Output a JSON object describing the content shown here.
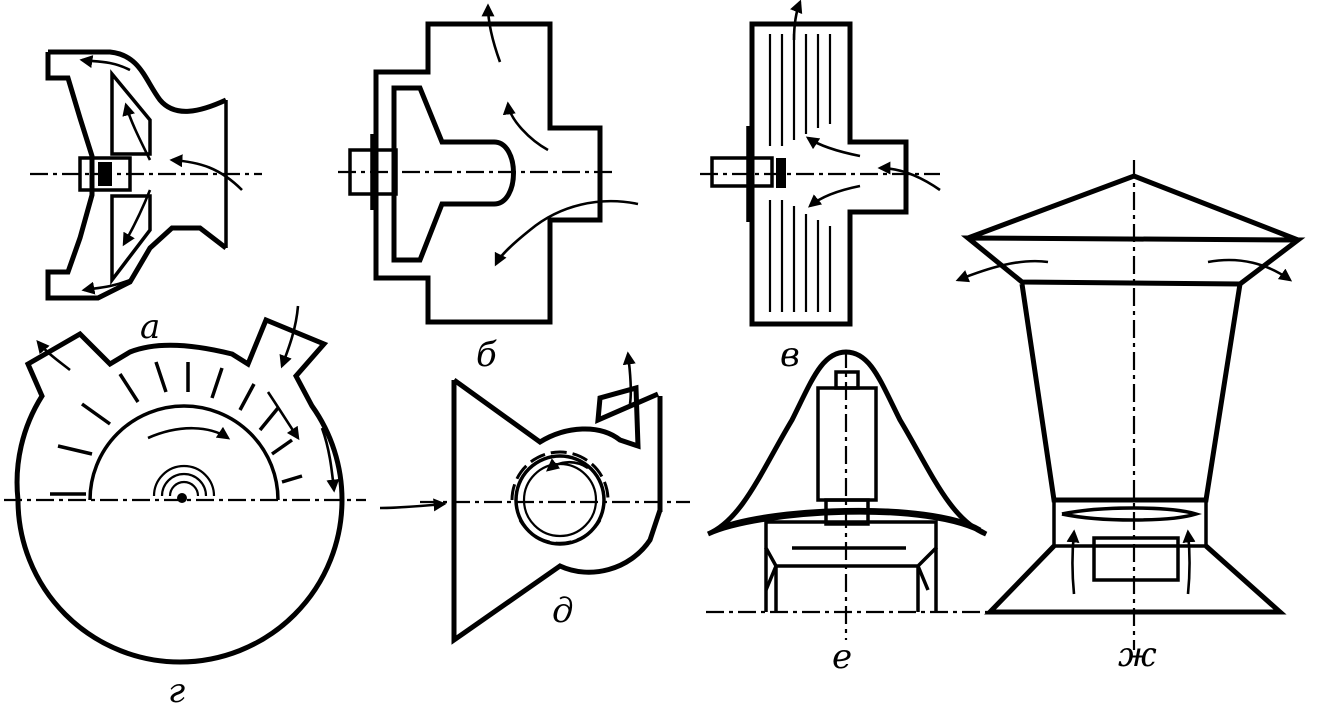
{
  "figure": {
    "labels": {
      "a": "а",
      "b": "б",
      "v": "в",
      "g": "г",
      "d": "д",
      "e": "е",
      "zh": "ж"
    }
  },
  "colors": {
    "ink": "#000000",
    "background": "#ffffff"
  }
}
